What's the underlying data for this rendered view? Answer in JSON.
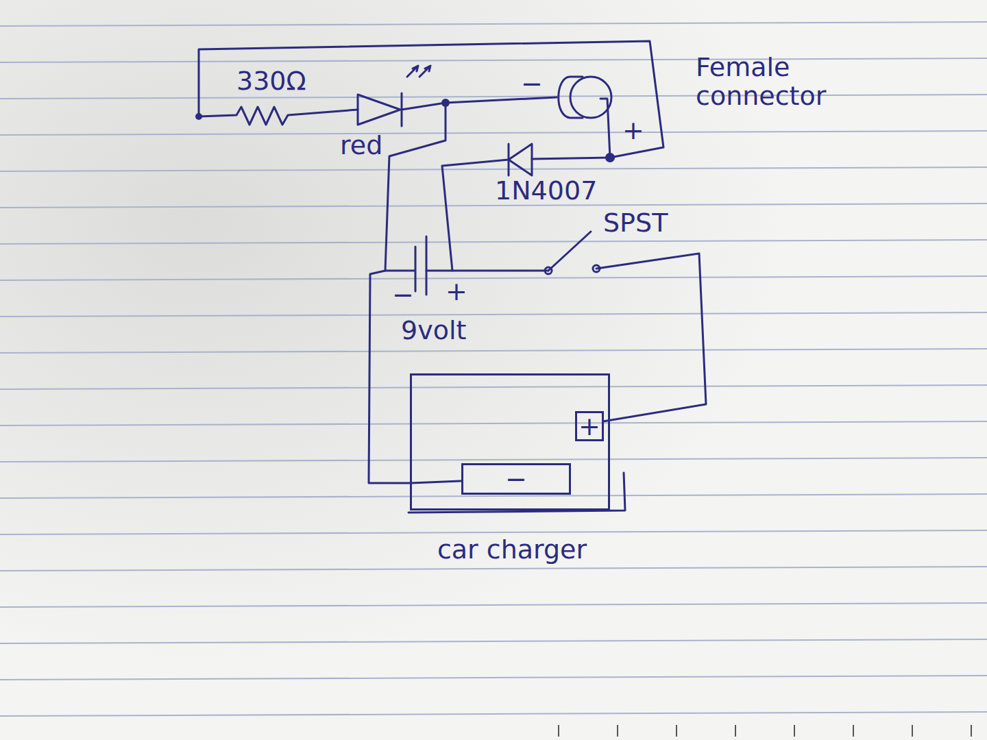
{
  "diagram": {
    "nodes": [
      {
        "text": [
          "car charger"
        ]
      },
      {
        "text": [
          "+"
        ],
        "in": 0
      },
      {
        "text": [
          "−"
        ],
        "in": 0
      }
    ],
    "labels": [
      "330Ω",
      "red",
      "−",
      "+",
      "Female connector",
      "1N4007",
      "SPST",
      "−",
      "+",
      "9volt"
    ]
  }
}
